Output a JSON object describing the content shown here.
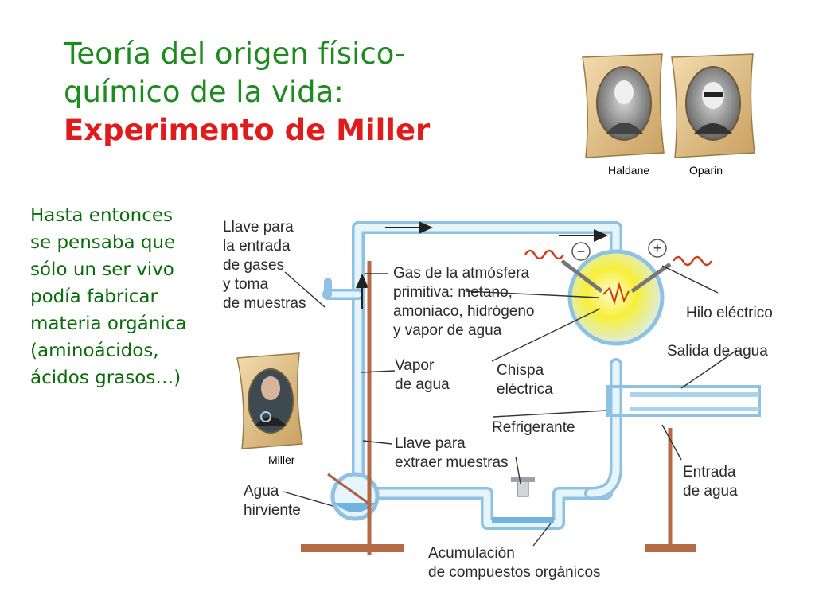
{
  "title": {
    "line1": "Teoría del origen físico-",
    "line2": "químico de la vida:",
    "line3": "Experimento de Miller"
  },
  "side_text": "Hasta entonces se pensaba que sólo un ser vivo podía fabricar materia orgánica (aminoácidos, ácidos grasos…)",
  "portraits": {
    "haldane": "Haldane",
    "oparin": "Oparin",
    "miller": "Miller"
  },
  "diagram": {
    "labels": {
      "llave_entrada": [
        "Llave para",
        "la entrada",
        "de gases",
        "y toma",
        "de muestras"
      ],
      "gas_atmosfera": [
        "Gas de la atmósfera",
        "primitiva: metano,",
        "amoniaco, hidrógeno",
        "y vapor de agua"
      ],
      "hilo_electrico": "Hilo eléctrico",
      "salida_agua": "Salida de agua",
      "vapor_agua": [
        "Vapor",
        "de agua"
      ],
      "chispa": [
        "Chispa",
        "eléctrica"
      ],
      "refrigerante": "Refrigerante",
      "llave_extraer": [
        "Llave para",
        "extraer muestras"
      ],
      "entrada_agua": [
        "Entrada",
        "de agua"
      ],
      "agua_hirviente": [
        "Agua",
        "hirviente"
      ],
      "acumulacion": [
        "Acumulación",
        "de compuestos orgánicos"
      ]
    },
    "electrode_signs": {
      "negative": "−",
      "positive": "+"
    },
    "colors": {
      "tube": "#a9d3ec",
      "spark": "#f7ef3a",
      "water": "#6fb3e0",
      "scroll": "#e9c98f"
    }
  }
}
